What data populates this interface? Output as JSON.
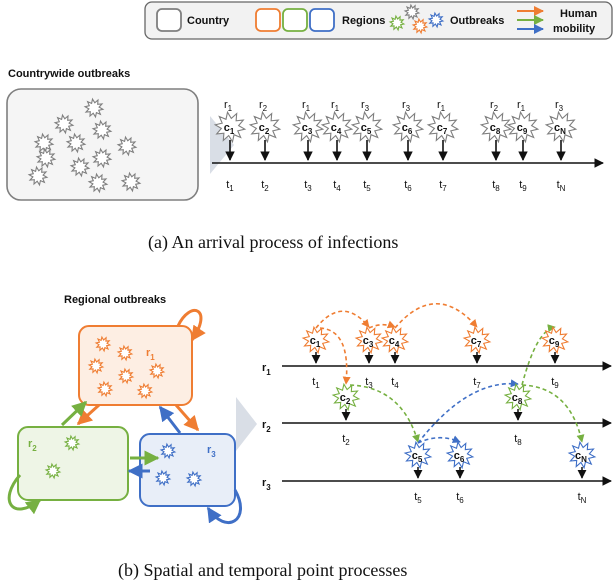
{
  "legend": {
    "country": "Country",
    "regions": "Regions",
    "outbreaks": "Outbreaks",
    "human_mobility_line1": "Human",
    "human_mobility_line2": "mobility"
  },
  "colors": {
    "region1": "#ef7d32",
    "region2": "#76b041",
    "region3": "#3f6fc6",
    "gray": "#7f7f7f",
    "arrow_gray": "#d9dee6"
  },
  "panel_a": {
    "title": "Countrywide outbreaks",
    "caption": "(a)  An arrival process of infections",
    "events": [
      {
        "region_label": "r",
        "region_sub": "1",
        "case_label": "c",
        "case_sub": "1",
        "time_label": "t",
        "time_sub": "1"
      },
      {
        "region_label": "r",
        "region_sub": "2",
        "case_label": "c",
        "case_sub": "2",
        "time_label": "t",
        "time_sub": "2"
      },
      {
        "region_label": "r",
        "region_sub": "1",
        "case_label": "c",
        "case_sub": "3",
        "time_label": "t",
        "time_sub": "3"
      },
      {
        "region_label": "r",
        "region_sub": "1",
        "case_label": "c",
        "case_sub": "4",
        "time_label": "t",
        "time_sub": "4"
      },
      {
        "region_label": "r",
        "region_sub": "3",
        "case_label": "c",
        "case_sub": "5",
        "time_label": "t",
        "time_sub": "5"
      },
      {
        "region_label": "r",
        "region_sub": "3",
        "case_label": "c",
        "case_sub": "6",
        "time_label": "t",
        "time_sub": "6"
      },
      {
        "region_label": "r",
        "region_sub": "1",
        "case_label": "c",
        "case_sub": "7",
        "time_label": "t",
        "time_sub": "7"
      },
      {
        "region_label": "r",
        "region_sub": "2",
        "case_label": "c",
        "case_sub": "8",
        "time_label": "t",
        "time_sub": "8"
      },
      {
        "region_label": "r",
        "region_sub": "1",
        "case_label": "c",
        "case_sub": "9",
        "time_label": "t",
        "time_sub": "9"
      },
      {
        "region_label": "r",
        "region_sub": "3",
        "case_label": "c",
        "case_sub": "N",
        "time_label": "t",
        "time_sub": "N"
      }
    ]
  },
  "panel_b": {
    "title": "Regional outbreaks",
    "caption": "(b)  Spatial and temporal point processes",
    "regions": [
      {
        "label": "r",
        "sub": "1"
      },
      {
        "label": "r",
        "sub": "2"
      },
      {
        "label": "r",
        "sub": "3"
      }
    ],
    "timelines": [
      {
        "label": "r",
        "sub": "1"
      },
      {
        "label": "r",
        "sub": "2"
      },
      {
        "label": "r",
        "sub": "3"
      }
    ],
    "events": [
      {
        "case_label": "c",
        "case_sub": "1",
        "time_label": "t",
        "time_sub": "1",
        "region": 1
      },
      {
        "case_label": "c",
        "case_sub": "2",
        "time_label": "t",
        "time_sub": "2",
        "region": 2
      },
      {
        "case_label": "c",
        "case_sub": "3",
        "time_label": "t",
        "time_sub": "3",
        "region": 1
      },
      {
        "case_label": "c",
        "case_sub": "4",
        "time_label": "t",
        "time_sub": "4",
        "region": 1
      },
      {
        "case_label": "c",
        "case_sub": "5",
        "time_label": "t",
        "time_sub": "5",
        "region": 3
      },
      {
        "case_label": "c",
        "case_sub": "6",
        "time_label": "t",
        "time_sub": "6",
        "region": 3
      },
      {
        "case_label": "c",
        "case_sub": "7",
        "time_label": "t",
        "time_sub": "7",
        "region": 1
      },
      {
        "case_label": "c",
        "case_sub": "8",
        "time_label": "t",
        "time_sub": "8",
        "region": 2
      },
      {
        "case_label": "c",
        "case_sub": "9",
        "time_label": "t",
        "time_sub": "9",
        "region": 1
      },
      {
        "case_label": "c",
        "case_sub": "N",
        "time_label": "t",
        "time_sub": "N",
        "region": 3
      }
    ]
  }
}
